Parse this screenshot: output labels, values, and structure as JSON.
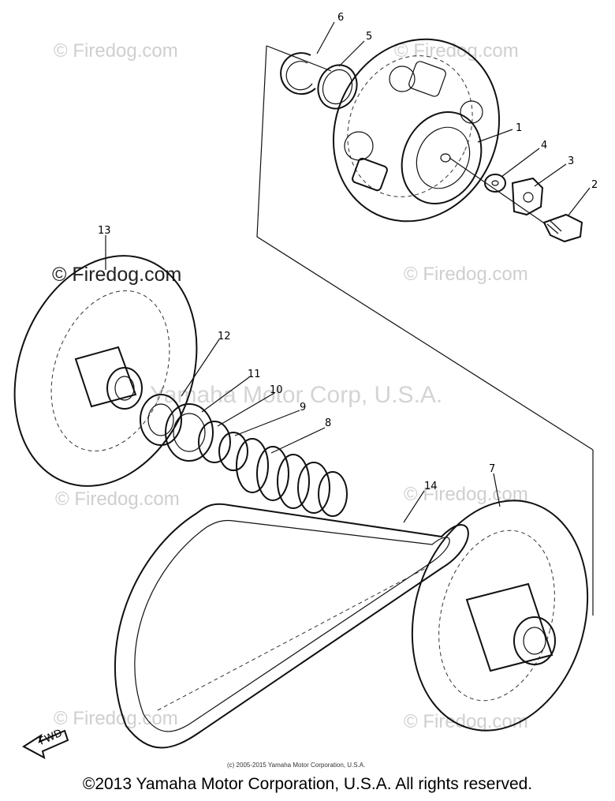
{
  "watermarks": {
    "top_left": "© Firedog.com",
    "top_right": "© Firedog.com",
    "mid_left": "© Firedog.com",
    "mid_right": "© Firedog.com",
    "lower_left": "© Firedog.com",
    "lower_right": "© Firedog.com",
    "bottom_left": "© Firedog.com",
    "bottom_right": "© Firedog.com",
    "center": "Yamaha Motor Corp, U.S.A."
  },
  "callouts": [
    "1",
    "2",
    "3",
    "4",
    "5",
    "6",
    "7",
    "8",
    "9",
    "10",
    "11",
    "12",
    "13",
    "14"
  ],
  "fwd_label": "FWD",
  "fine_print": "(c) 2005-2015 Yamaha Motor Corporation, U.S.A.",
  "copyright": "©2013 Yamaha Motor Corporation, U.S.A. All rights reserved."
}
